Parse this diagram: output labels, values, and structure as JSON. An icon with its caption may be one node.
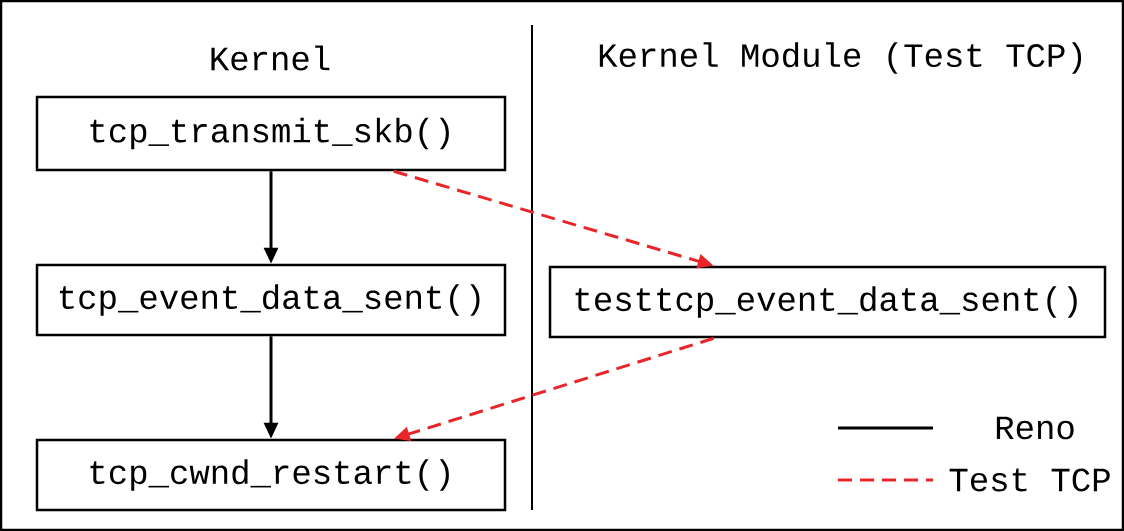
{
  "diagram": {
    "nodes": [
      {
        "text": [
          "tcp_transmit_skb()"
        ]
      },
      {
        "text": [
          "tcp_event_data_sent()"
        ]
      },
      {
        "text": [
          "tcp_cwnd_restart()"
        ]
      },
      {
        "text": [
          "testtcp_event_data_sent()"
        ]
      }
    ],
    "edges": [
      {
        "from": 0,
        "to": 1,
        "arrow": "to"
      },
      {
        "from": 1,
        "to": 2,
        "arrow": "to"
      },
      {
        "from": 0,
        "to": 3,
        "arrow": "to",
        "style": "dashed",
        "color": "#e8262a"
      },
      {
        "from": 3,
        "to": 2,
        "arrow": "to",
        "style": "dashed",
        "color": "#e8262a"
      }
    ],
    "labels": [
      "Kernel",
      "Kernel Module (Test TCP)"
    ],
    "legend": [
      {
        "text": "Reno"
      },
      {
        "text": "Test TCP"
      }
    ]
  }
}
